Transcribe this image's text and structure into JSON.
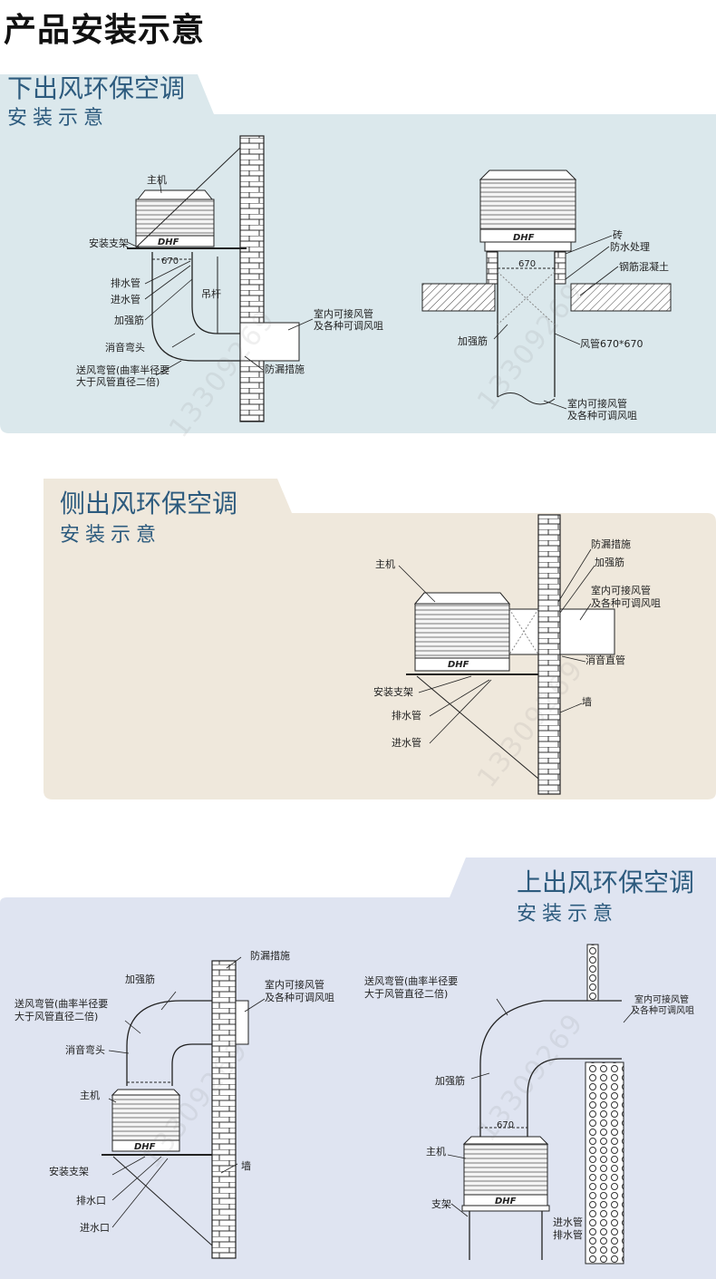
{
  "page_title": "产品安装示意",
  "watermark": "13309269",
  "colors": {
    "panel1_bg": "#dbe8ec",
    "panel2_bg": "#efe8dc",
    "panel3_bg": "#dfe4f1",
    "title_blue": "#2d5b7e"
  },
  "panels": [
    {
      "title": "下出风环保空调",
      "subtitle": "安装示意",
      "labels": {
        "host": "主机",
        "bracket": "安装支架",
        "drain": "排水管",
        "inlet": "进水管",
        "rib": "加强筋",
        "elbow": "消音弯头",
        "supply": "送风弯管(曲率半径要",
        "supply2": "大于风管直径二倍)",
        "hanger": "吊杆",
        "indoor": "室内可接风管",
        "indoor2": "及各种可调风咀",
        "leakproof": "防漏措施",
        "dim": "670",
        "brick": "砖",
        "waterproof": "防水处理",
        "concrete": "钢筋混凝土",
        "rib_b": "加强筋",
        "duct": "风管670*670",
        "indoor_b": "室内可接风管",
        "indoor_b2": "及各种可调风咀",
        "dim_b": "670",
        "brand": "DHF",
        "brand_b": "DHF"
      }
    },
    {
      "title": "侧出风环保空调",
      "subtitle": "安装示意",
      "labels": {
        "host": "主机",
        "leakproof": "防漏措施",
        "rib": "加强筋",
        "indoor": "室内可接风管",
        "indoor2": "及各种可调风咀",
        "silencer": "消音直管",
        "bracket": "安装支架",
        "drain": "排水管",
        "wall": "墙",
        "inlet": "进水管",
        "brand": "DHF"
      }
    },
    {
      "title": "上出风环保空调",
      "subtitle": "安装示意",
      "labels": {
        "leakproof": "防漏措施",
        "rib": "加强筋",
        "indoor": "室内可接风管",
        "indoor2": "及各种可调风咀",
        "supply": "送风弯管(曲率半径要",
        "supply2": "大于风管直径二倍)",
        "elbow": "消音弯头",
        "host": "主机",
        "bracket": "安装支架",
        "drain": "排水口",
        "wall": "墙",
        "inlet": "进水口",
        "supply_b": "送风弯管(曲率半径要",
        "supply_b2": "大于风管直径二倍)",
        "indoor_b": "室内可接风管",
        "indoor_b2": "及各种可调风咀",
        "rib_b": "加强筋",
        "host_b": "主机",
        "stand": "支架",
        "inlet_b": "进水管",
        "drain_b": "排水管",
        "dim_b": "670",
        "brand": "DHF",
        "brand_b": "DHF"
      }
    }
  ]
}
